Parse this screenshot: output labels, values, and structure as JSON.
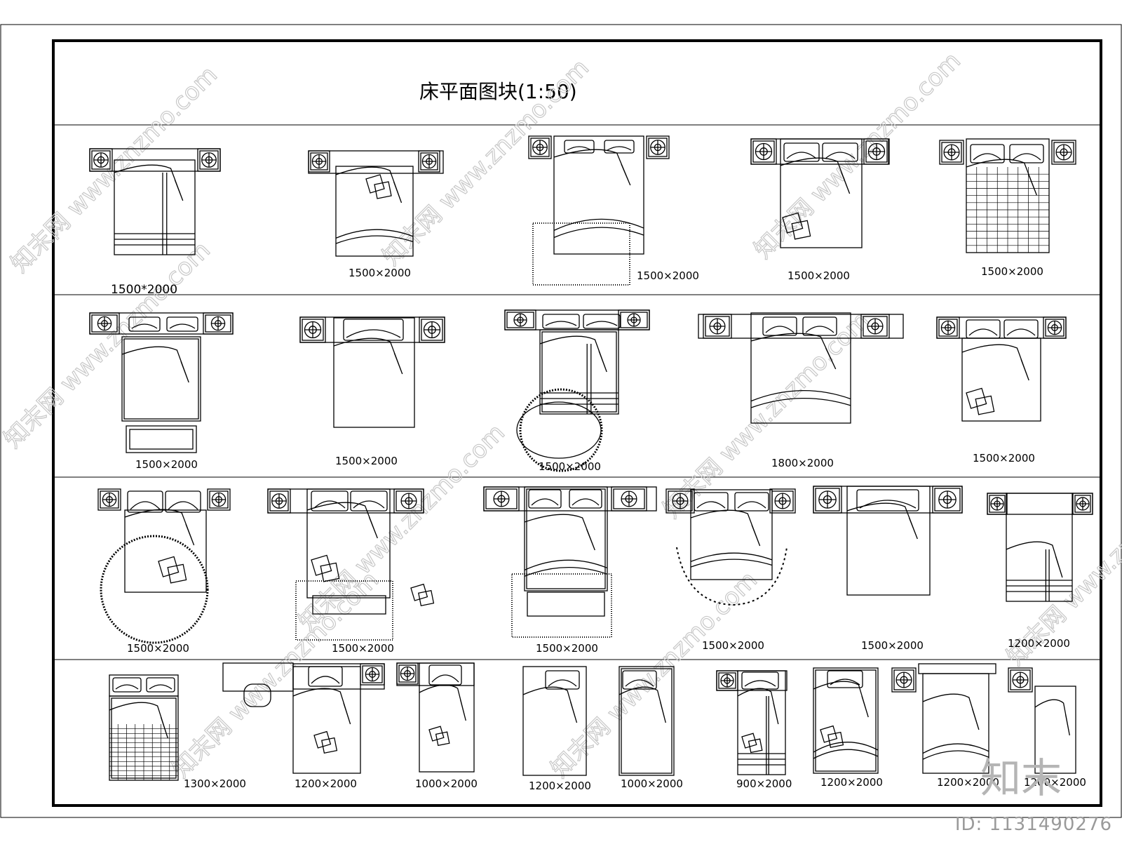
{
  "title": "床平面图块(1:50)",
  "first_label": "1500*2000",
  "rows": [
    {
      "labels": [
        "1500×2000",
        "1500×2000",
        "1500×2000",
        "1500×2000"
      ]
    },
    {
      "labels": [
        "1500×2000",
        "1500×2000",
        "1500×2000",
        "1800×2000",
        "1500×2000"
      ]
    },
    {
      "labels": [
        "1500×2000",
        "1500×2000",
        "1500×2000",
        "1500×2000",
        "1500×2000",
        "1200×2000"
      ]
    },
    {
      "labels": [
        "1300×2000",
        "1200×2000",
        "1000×2000",
        "1200×2000",
        "1000×2000",
        "900×2000",
        "1200×2000",
        "1200×2000",
        "1200×2000"
      ]
    }
  ],
  "watermark": "znzmo.com",
  "watermark_cn": "知末网 www.znzmo.com",
  "brand": "知末",
  "id_badge": "ID: 1131490276",
  "colors": {
    "line": "#000000",
    "watermark": "#c8c8c8",
    "badge": "#9a9a9a"
  }
}
